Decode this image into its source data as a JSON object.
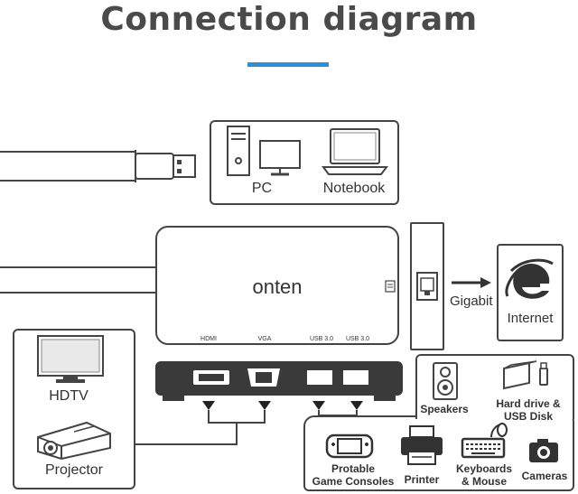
{
  "title": "Connection diagram",
  "accent_color": "#2f8fd8",
  "hub": {
    "brand": "onten",
    "ports_top": [
      "HDMI",
      "VGA",
      "USB 3.0",
      "USB 3.0"
    ]
  },
  "host_devices": [
    {
      "label": "PC",
      "icon": "pc-tower-monitor-icon"
    },
    {
      "label": "Notebook",
      "icon": "laptop-icon"
    }
  ],
  "network": {
    "link_label": "Gigabit",
    "target_label": "Internet",
    "icon": "internet-explorer-icon"
  },
  "display_devices": [
    {
      "label": "HDTV",
      "icon": "tv-icon"
    },
    {
      "label": "Projector",
      "icon": "projector-icon"
    }
  ],
  "usb_devices": [
    {
      "label_lines": [
        "Speakers"
      ],
      "icon": "speaker-icon"
    },
    {
      "label_lines": [
        "Hard drive &",
        "USB Disk"
      ],
      "icon": "hard-drive-icon"
    },
    {
      "label_lines": [
        "Protable",
        "Game Consoles"
      ],
      "icon": "game-console-icon"
    },
    {
      "label_lines": [
        "Printer"
      ],
      "icon": "printer-icon"
    },
    {
      "label_lines": [
        "Keyboards",
        "& Mouse"
      ],
      "icon": "keyboard-mouse-icon"
    },
    {
      "label_lines": [
        "Cameras"
      ],
      "icon": "camera-icon"
    }
  ]
}
